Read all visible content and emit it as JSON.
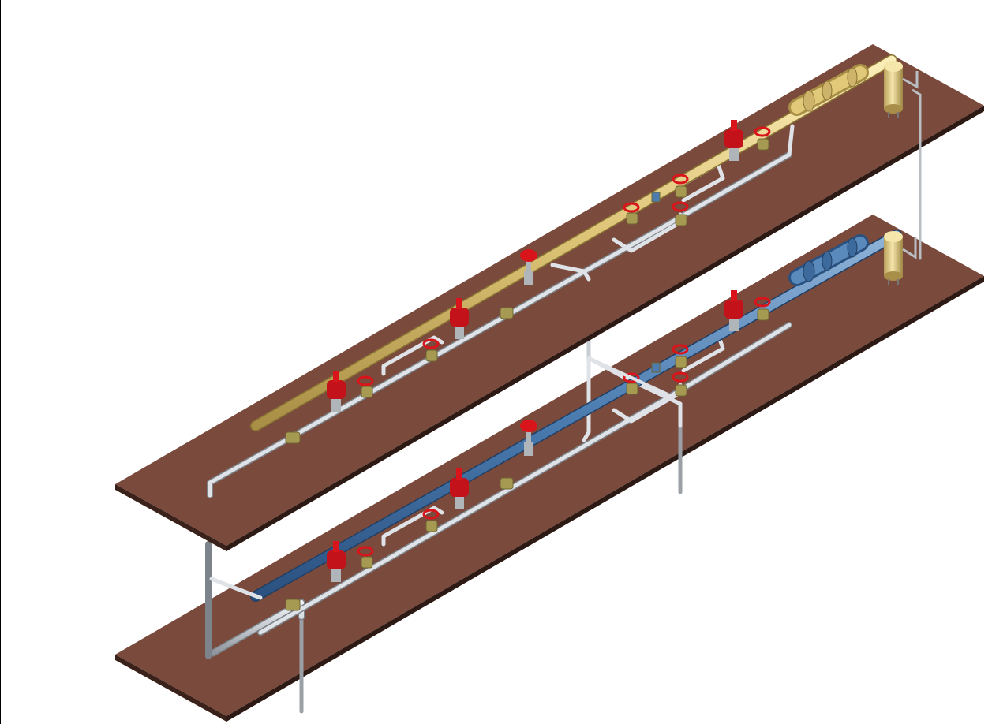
{
  "scene": {
    "type": "isometric-piping-model",
    "levels": 2,
    "colors": {
      "deck_top": "#7a4a3c",
      "deck_edge": "#4f2c22",
      "deck_side": "#2e1a14",
      "upper_header": "#e2c97a",
      "lower_header": "#4d7db0",
      "pipe": "#c8cdd3",
      "valve_red": "#d9141b",
      "valve_olive": "#a69a52",
      "vessel": "#e6d08c"
    },
    "components": {
      "decks": 2,
      "headers": 2,
      "control_valves_per_level": 4,
      "handwheel_valves_per_level": 5,
      "strainers_per_level": 3,
      "vertical_vessels": 2
    }
  }
}
